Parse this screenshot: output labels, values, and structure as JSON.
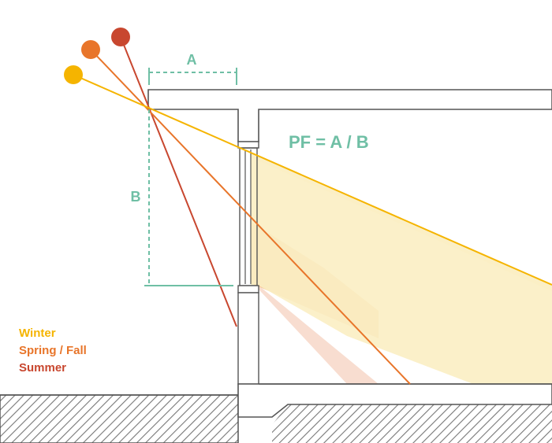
{
  "labels": {
    "a": "A",
    "b": "B",
    "formula": "PF = A / B"
  },
  "legend": [
    {
      "label": "Winter",
      "color": "#f5b400"
    },
    {
      "label": "Spring / Fall",
      "color": "#e8752a"
    },
    {
      "label": "Summer",
      "color": "#c8472f"
    }
  ],
  "colors": {
    "dimension": "#6fbfa5",
    "structure_outline": "#555555",
    "structure_fill": "#ffffff",
    "ground_hatch": "#777777",
    "winter_light": "#fbeec3",
    "spring_fall_light": "#f6c9a0",
    "summer_light": "#f8ddd0"
  }
}
